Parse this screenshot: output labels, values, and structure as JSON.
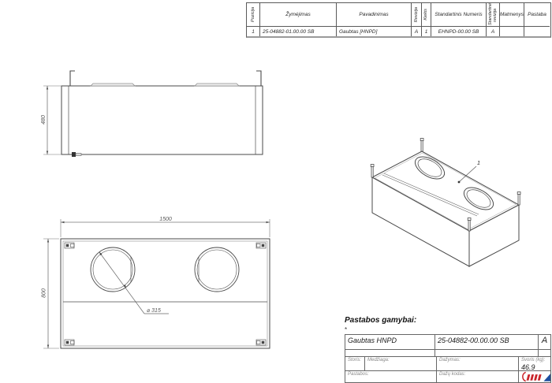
{
  "bom": {
    "headers": {
      "pozicija": "Pozicija",
      "zymejimas": "Žymėjimas",
      "pavadinimas": "Pavadinimas",
      "revizija": "Revizija",
      "kiekis": "Kiekis",
      "standartinis_numeris": "Standartinis Numeris",
      "standartine_revizija": "Standartinė revizija",
      "matmenys": "Matmenys",
      "pastaba": "Pastaba"
    },
    "row": {
      "pozicija": "1",
      "zymejimas": "25-04882-01.00.00 SB",
      "pavadinimas": "Gaubtas [HNPD]",
      "revizija": "A",
      "kiekis": "1",
      "standartinis_numeris": "EHNPD-00.00 SB",
      "standartine_revizija": "A",
      "matmenys": "",
      "pastaba": ""
    }
  },
  "front_view": {
    "height_dim": "480"
  },
  "top_view": {
    "length_dim": "1500",
    "width_dim": "800",
    "diameter_label": "⌀ 315"
  },
  "iso_view": {
    "callout_label": "1"
  },
  "notes": {
    "heading": "Pastabos gamybai:",
    "marker": "*"
  },
  "title_block": {
    "part_name": "Gaubtas HNPD",
    "code": "25-04882-00.00.00 SB",
    "revision": "A",
    "storis_label": "Storis:",
    "medziaga_label": "Medžiaga:",
    "dazymas_label": "Dažymas:",
    "svoris_label": "Svoris (kg):",
    "svoris_value": "46.9",
    "pastabos_label": "Pastabos:",
    "dazu_kodas_label": "Dažų kodas:"
  },
  "colors": {
    "line": "#4a4a4a",
    "dim": "#777777",
    "logo_red": "#c9252b",
    "logo_blue": "#1e4f9f"
  }
}
